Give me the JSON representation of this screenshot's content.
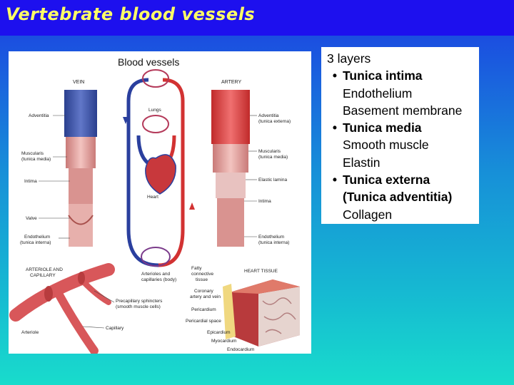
{
  "slide": {
    "title": "Vertebrate blood vessels"
  },
  "diagram": {
    "heading": "Blood vessels",
    "vein_label": "VEIN",
    "artery_label": "ARTERY",
    "left_labels": {
      "adventitia": "Adventitia",
      "muscularis_1": "Muscularis",
      "muscularis_2": "(tunica media)",
      "intima": "Intima",
      "valve": "Valve",
      "endothelium_1": "Endothelium",
      "endothelium_2": "(tunica interna)"
    },
    "center_labels": {
      "lungs": "Lungs",
      "heart": "Heart",
      "arterioles_1": "Arterioles and",
      "arterioles_2": "capillaries (body)"
    },
    "right_labels": {
      "adventitia_1": "Adventitia",
      "adventitia_2": "(tunica externa)",
      "muscularis_1": "Muscularis",
      "muscularis_2": "(tunica media)",
      "elastic_lamina": "Elastic lamina",
      "intima": "Intima",
      "endothelium_1": "Endothelium",
      "endothelium_2": "(tunica interna)"
    },
    "lower_left": {
      "heading_1": "ARTERIOLE AND",
      "heading_2": "CAPILLARY",
      "sphincters_1": "Precapillary sphincters",
      "sphincters_2": "(smooth muscle cells)",
      "capillary": "Capillary",
      "arteriole": "Arteriole"
    },
    "lower_right": {
      "heading": "HEART TISSUE",
      "fatty_1": "Fatty",
      "fatty_2": "connective",
      "fatty_3": "tissue",
      "coronary_1": "Coronary",
      "coronary_2": "artery and vein",
      "pericardium": "Pericardium",
      "pericardial_space": "Pericardial space",
      "epicardium": "Epicardium",
      "myocardium": "Myocardium",
      "endocardium": "Endocardium"
    }
  },
  "layers_box": {
    "heading": "3 layers",
    "bullet_glyph": "•",
    "items": [
      {
        "name": "Tunica intima",
        "details": [
          "Endothelium",
          "Basement membrane"
        ]
      },
      {
        "name": "Tunica media",
        "details": [
          "Smooth muscle",
          "Elastin"
        ]
      },
      {
        "name": "Tunica externa",
        "details": [
          "(Tunica adventitia)",
          "Collagen"
        ]
      }
    ]
  },
  "colors": {
    "title_text": "#ffff66",
    "title_bar": "#1d10ee",
    "vein_blue": "#3a52a8",
    "artery_red": "#d83a3a",
    "tissue_pink": "#e9a7a4"
  }
}
